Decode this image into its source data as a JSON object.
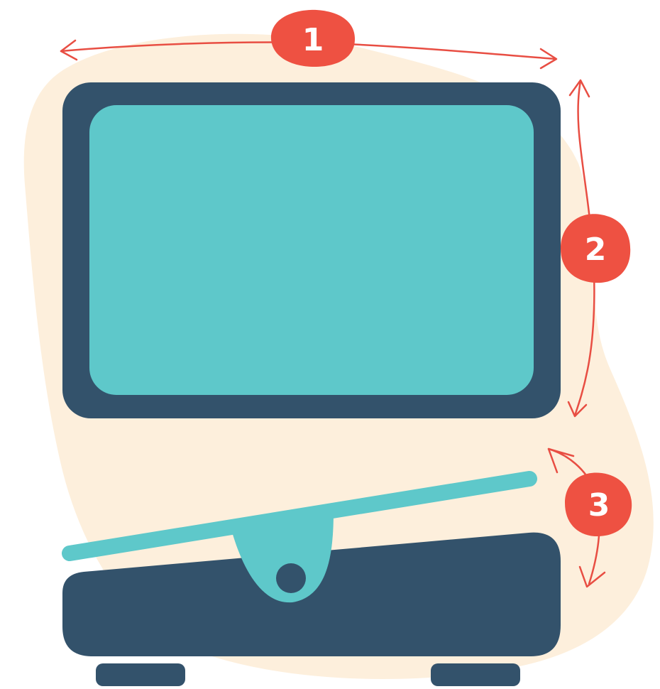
{
  "colors": {
    "background": "#FDEFDC",
    "frame": "#33526B",
    "screen": "#5EC8CA",
    "accent": "#EE5142",
    "arrow": "#E84E43",
    "badge_text": "#FFFFFF"
  },
  "badges": [
    {
      "label": "1",
      "meaning": "width"
    },
    {
      "label": "2",
      "meaning": "height"
    },
    {
      "label": "3",
      "meaning": "tilt"
    }
  ]
}
